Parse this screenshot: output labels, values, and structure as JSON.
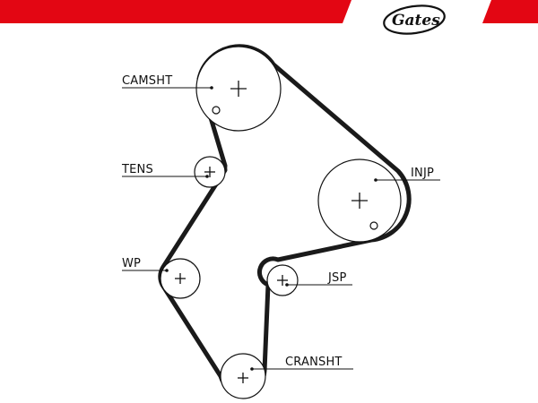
{
  "brand": {
    "name": "Gates",
    "accent_color": "#e30613",
    "logo_color": "#111111"
  },
  "labels": {
    "camshaft": "CAMSHT",
    "tensioner": "TENS",
    "injection_pump": "INJP",
    "water_pump": "WP",
    "jockey": "JSP",
    "crankshaft": "CRANSHT"
  },
  "colors": {
    "belt": "#1a1a1a",
    "line": "#111111",
    "background": "#ffffff"
  }
}
